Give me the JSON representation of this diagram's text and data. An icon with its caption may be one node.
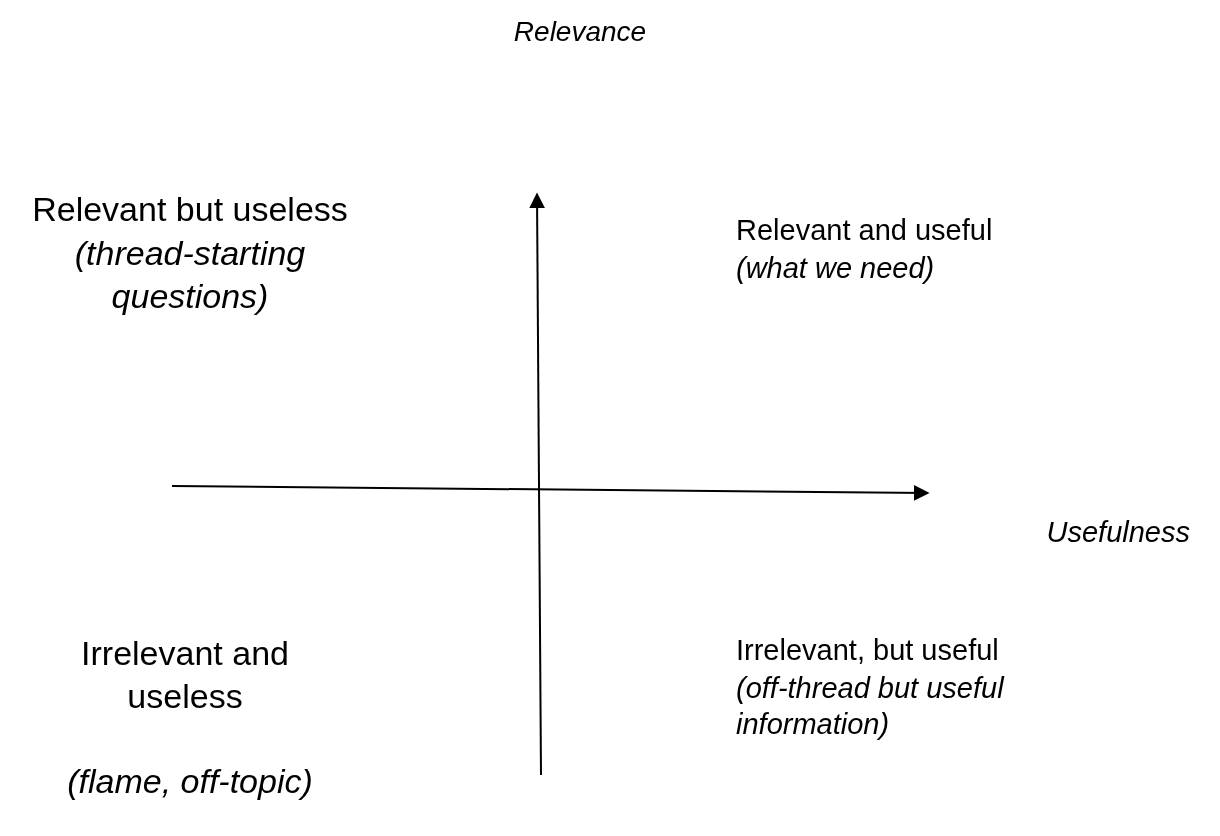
{
  "diagram": {
    "labels": [
      "Relevance",
      "Relevant but useless",
      "(thread-starting questions)",
      "Relevant and useful",
      "(what we need)",
      "Usefulness",
      "Irrelevant and useless",
      "(flame, off-topic)",
      "Irrelevant, but useful",
      "(off-thread but useful information)"
    ]
  }
}
